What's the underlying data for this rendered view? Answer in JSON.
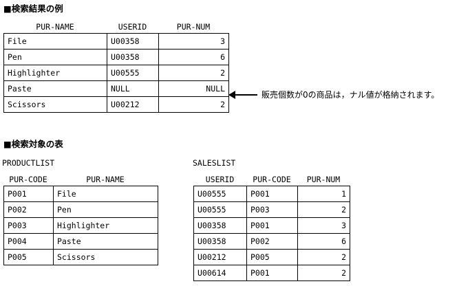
{
  "sections": {
    "result": {
      "heading": "■検索結果の例",
      "columns": [
        "PUR-NAME",
        "USERID",
        "PUR-NUM"
      ],
      "rows": [
        {
          "pur_name": "File",
          "userid": "U00358",
          "pur_num": "3"
        },
        {
          "pur_name": "Pen",
          "userid": "U00358",
          "pur_num": "6"
        },
        {
          "pur_name": "Highlighter",
          "userid": "U00555",
          "pur_num": "2"
        },
        {
          "pur_name": "Paste",
          "userid": "NULL",
          "pur_num": "NULL"
        },
        {
          "pur_name": "Scissors",
          "userid": "U00212",
          "pur_num": "2"
        }
      ],
      "annotation": {
        "icon": "left-arrow-icon",
        "text": "販売個数が0の商品は，ナル値が格納されます。"
      }
    },
    "source": {
      "heading": "■検索対象の表",
      "productlist": {
        "table_name": "PRODUCTLIST",
        "columns": [
          "PUR-CODE",
          "PUR-NAME"
        ],
        "rows": [
          {
            "pur_code": "P001",
            "pur_name": "File"
          },
          {
            "pur_code": "P002",
            "pur_name": "Pen"
          },
          {
            "pur_code": "P003",
            "pur_name": "Highlighter"
          },
          {
            "pur_code": "P004",
            "pur_name": "Paste"
          },
          {
            "pur_code": "P005",
            "pur_name": "Scissors"
          }
        ]
      },
      "saleslist": {
        "table_name": "SALESLIST",
        "columns": [
          "USERID",
          "PUR-CODE",
          "PUR-NUM"
        ],
        "rows": [
          {
            "userid": "U00555",
            "pur_code": "P001",
            "pur_num": "1"
          },
          {
            "userid": "U00555",
            "pur_code": "P003",
            "pur_num": "2"
          },
          {
            "userid": "U00358",
            "pur_code": "P001",
            "pur_num": "3"
          },
          {
            "userid": "U00358",
            "pur_code": "P002",
            "pur_num": "6"
          },
          {
            "userid": "U00212",
            "pur_code": "P005",
            "pur_num": "2"
          },
          {
            "userid": "U00614",
            "pur_code": "P001",
            "pur_num": "2"
          }
        ]
      }
    }
  },
  "colors": {
    "ink": "#000000",
    "paper": "#ffffff"
  }
}
